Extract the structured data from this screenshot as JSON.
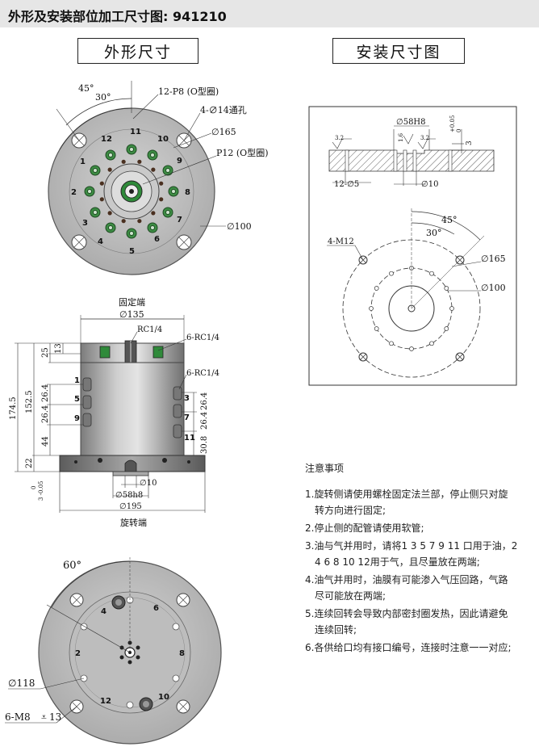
{
  "title": "外形及安装部位加工尺寸图: 941210",
  "left_box": "外形尺寸",
  "right_box": "安装尺寸图",
  "top_view": {
    "angle_45": "45°",
    "angle_30": "30°",
    "p8": "12-P8 (O型圈)",
    "holes14": "4-∅14通孔",
    "d165": "∅165",
    "p12": "P12 (O型圈)",
    "d100": "∅100",
    "ports": [
      "11",
      "10",
      "9",
      "8",
      "7",
      "6",
      "5",
      "4",
      "3",
      "2",
      "1",
      "12"
    ]
  },
  "side_view": {
    "fixed_end": "固定端",
    "d135": "∅135",
    "rc14": "RC1/4",
    "rc6a": "6-RC1/4",
    "rc6b": "6-RC1/4",
    "d25": "25",
    "d13": "13",
    "d1745": "174.5",
    "d1525": "152.5",
    "d264a": "26.4",
    "d264b": "26.4",
    "d264c": "26.4",
    "d264d": "26.4",
    "d44": "44",
    "d22": "22",
    "d308": "30.8",
    "tol": "0",
    "tol2": "3 -0.05",
    "d10": "∅10",
    "d58": "∅58h8",
    "d195": "∅195",
    "rot_end": "旋转端",
    "left_ports": [
      "1",
      "5",
      "9"
    ],
    "right_ports": [
      "3",
      "7",
      "11"
    ]
  },
  "bottom_view": {
    "angle60": "60°",
    "d118": "∅118",
    "m8": "6-M8",
    "m8depth": "13",
    "ports": [
      "4",
      "6",
      "2",
      "8",
      "12",
      "10"
    ]
  },
  "install": {
    "d58": "∅58H8",
    "tol_top": "+0.05",
    "tol_bot": "0",
    "three": "3",
    "r32a": "3.2",
    "r16": "1.6",
    "r32b": "3.2",
    "holes5": "12-∅5",
    "d10": "∅10",
    "angle45": "45°",
    "angle30": "30°",
    "m12": "4-M12",
    "d165": "∅165",
    "d100": "∅100"
  },
  "notes": {
    "title": "注意事项",
    "items": [
      [
        "1.旋转侧请使用螺栓固定法兰部，停止侧只对旋",
        "转方向进行固定;"
      ],
      [
        "2.停止侧的配管请使用软管;"
      ],
      [
        "3.油与气并用时，请将1 3 5 7 9 11 口用于油，2",
        "4 6 8 10 12用于气，且尽量放在两端;"
      ],
      [
        "4.油气并用时，油膜有可能渗入气压回路，气路",
        "尽可能放在两端;"
      ],
      [
        "5.连续回转会导致内部密封圈发热，因此请避免",
        "连续回转;"
      ],
      [
        "6.各供给口均有接口编号，连接时注意一一对应;"
      ]
    ]
  }
}
